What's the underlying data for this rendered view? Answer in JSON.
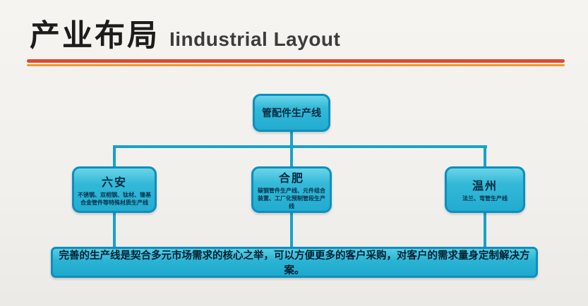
{
  "header": {
    "title_zh": "产业布局",
    "title_en": "Iindustrial Layout"
  },
  "diagram": {
    "root": {
      "label": "管配件生产线"
    },
    "children": [
      {
        "label": "六安",
        "detail": "不锈钢、双相钢、钛材、镍基合金管件等特殊材质生产线"
      },
      {
        "label": "合肥",
        "detail": "碳钢管件生产线、元件组合装置、工厂化预制管段生产线"
      },
      {
        "label": "温州",
        "detail": "法兰、弯管生产线"
      }
    ],
    "summary": "完善的生产线是契合多元市场需求的核心之举，可以方便更多的客户采购，对客户的需求量身定制解决方案。"
  },
  "colors": {
    "node_fill": "#2ab3d4",
    "node_border": "#0d8fbe",
    "connector": "#17a2ca",
    "rule_red": "#dd4a2c",
    "rule_orange": "#ec9a33",
    "background": "#f3f1ee"
  }
}
